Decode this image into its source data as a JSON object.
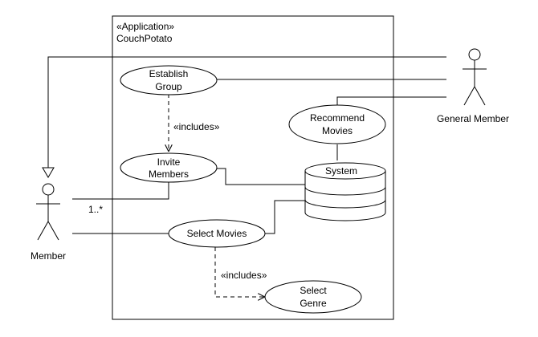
{
  "system_boundary": {
    "stereotype": "«Application»",
    "name": "CouchPotato"
  },
  "actors": {
    "general_member": "General Member",
    "member": "Member"
  },
  "use_cases": {
    "establish_group": [
      "Establish",
      "Group"
    ],
    "invite_members": [
      "Invite",
      "Members"
    ],
    "recommend_movies": [
      "Recommend",
      "Movies"
    ],
    "select_movies": "Select Movies",
    "select_genre": [
      "Select",
      "Genre"
    ]
  },
  "system_node": "System",
  "labels": {
    "includes_1": "«includes»",
    "includes_2": "«includes»",
    "multiplicity": "1..*"
  }
}
